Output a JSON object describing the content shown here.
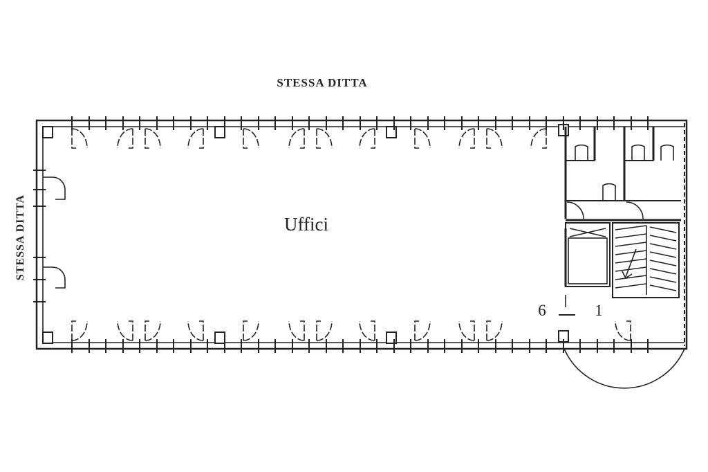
{
  "labels": {
    "top_neighbor": "STESSA DITTA",
    "left_neighbor": "STESSA DITTA",
    "room": "Uffici",
    "unit_left": "6",
    "unit_right": "1"
  }
}
